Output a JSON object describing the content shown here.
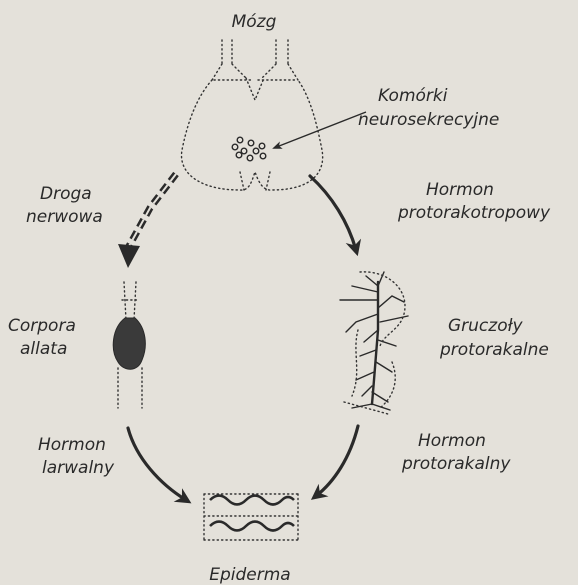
{
  "labels": {
    "brain": "Mózg",
    "neurosecretory_line1": "Komórki",
    "neurosecretory_line2": "neurosekrecyjne",
    "nerve_path_line1": "Droga",
    "nerve_path_line2": "nerwowa",
    "ptth_line1": "Hormon",
    "ptth_line2": "protorakotropowy",
    "corpora_line1": "Corpora",
    "corpora_line2": "allata",
    "glands_line1": "Gruczoły",
    "glands_line2": "protorakalne",
    "juvenile_line1": "Hormon",
    "juvenile_line2": "larwalny",
    "ecdysone_line1": "Hormon",
    "ecdysone_line2": "protorakalny",
    "epidermis": "Epiderma"
  },
  "colors": {
    "paper": "#e4e1da",
    "ink": "#2a2a2a"
  }
}
